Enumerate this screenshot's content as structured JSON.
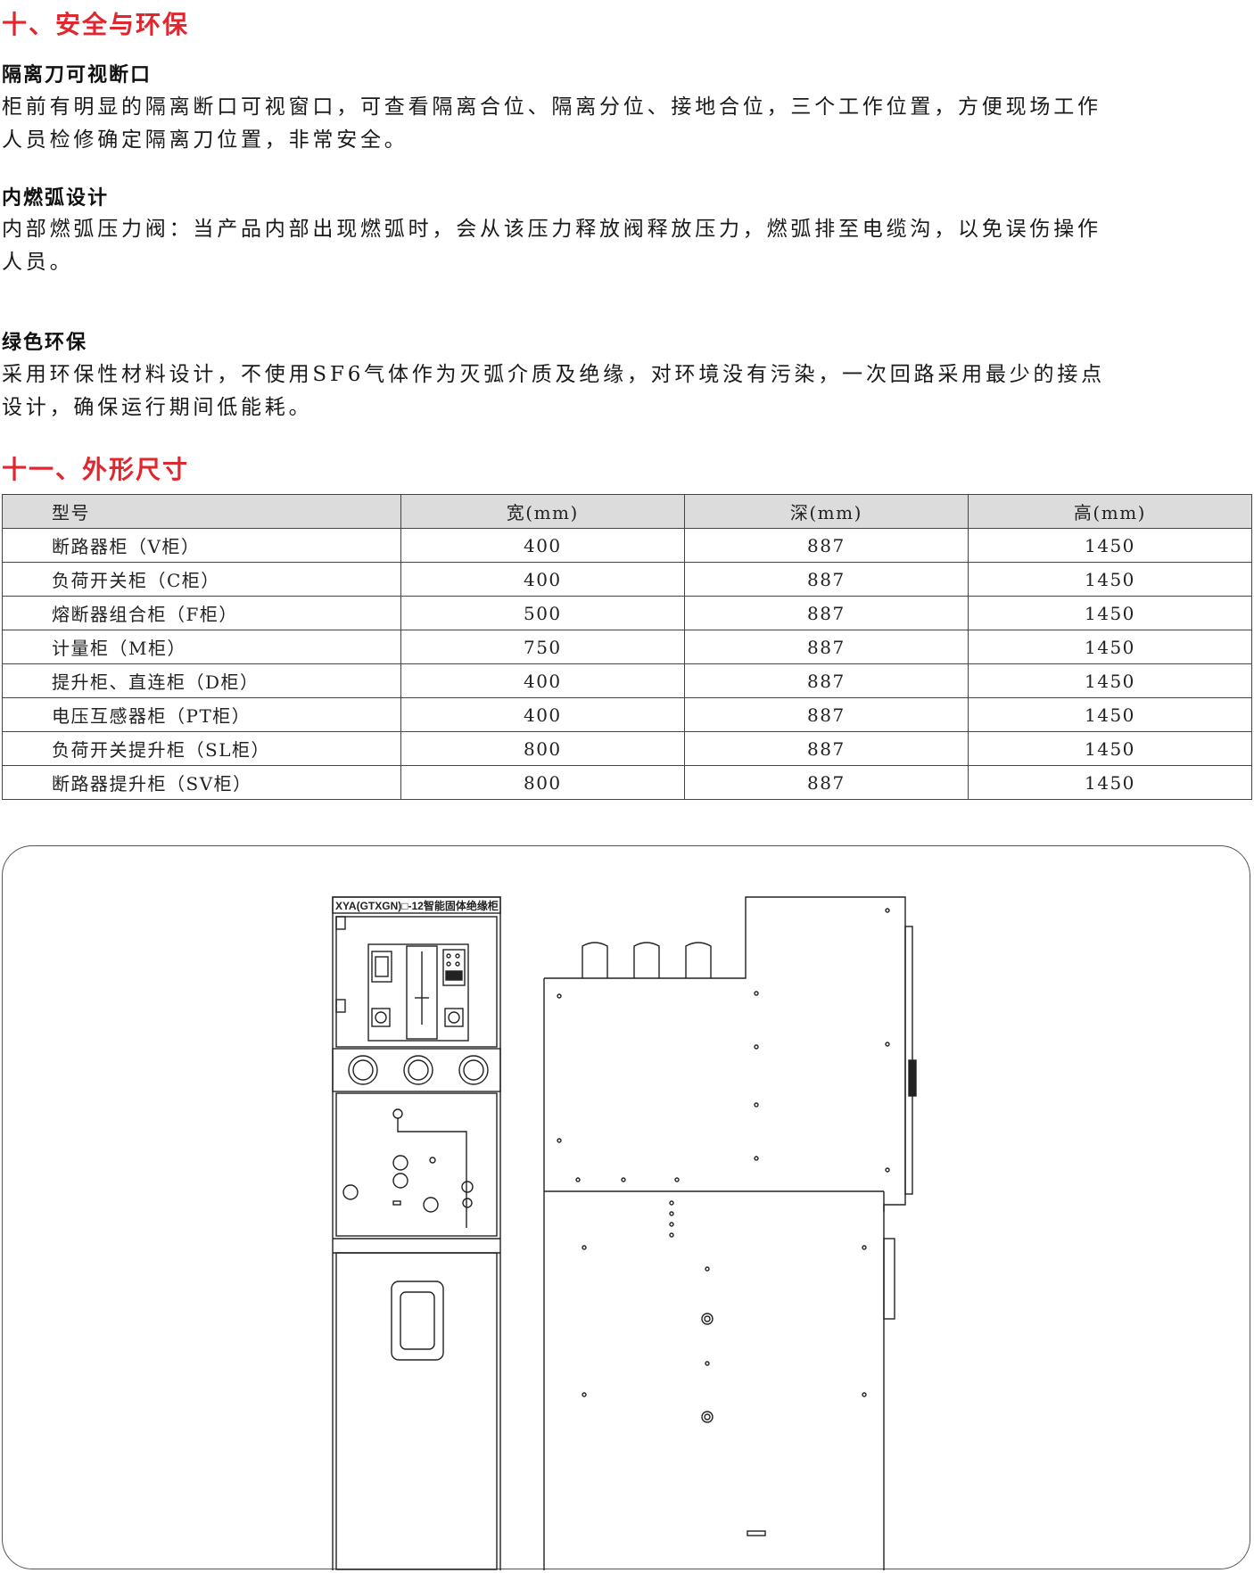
{
  "section10": {
    "title": "十、安全与环保",
    "items": [
      {
        "heading": "隔离刀可视断口",
        "text": "柜前有明显的隔离断口可视窗口，可查看隔离合位、隔离分位、接地合位，三个工作位置，方便现场工作人员检修确定隔离刀位置，非常安全。"
      },
      {
        "heading": "内燃弧设计",
        "text": "内部燃弧压力阀：当产品内部出现燃弧时，会从该压力释放阀释放压力，燃弧排至电缆沟，以免误伤操作人员。"
      },
      {
        "heading": "绿色环保",
        "text": "采用环保性材料设计，不使用SF6气体作为灭弧介质及绝缘，对环境没有污染，一次回路采用最少的接点设计，确保运行期间低能耗。"
      }
    ]
  },
  "section11": {
    "title": "十一、外形尺寸",
    "table": {
      "headers": [
        "型号",
        "宽(mm)",
        "深(mm)",
        "高(mm)"
      ],
      "rows": [
        [
          "断路器柜（V柜）",
          "400",
          "887",
          "1450"
        ],
        [
          "负荷开关柜（C柜）",
          "400",
          "887",
          "1450"
        ],
        [
          "熔断器组合柜（F柜）",
          "500",
          "887",
          "1450"
        ],
        [
          "计量柜（M柜）",
          "750",
          "887",
          "1450"
        ],
        [
          "提升柜、直连柜（D柜）",
          "400",
          "887",
          "1450"
        ],
        [
          "电压互感器柜（PT柜）",
          "400",
          "887",
          "1450"
        ],
        [
          "负荷开关提升柜（SL柜）",
          "800",
          "887",
          "1450"
        ],
        [
          "断路器提升柜（SV柜）",
          "800",
          "887",
          "1450"
        ]
      ]
    }
  },
  "drawing": {
    "front_label": "XYA(GTXGN)□-12智能固体绝缘柜"
  }
}
